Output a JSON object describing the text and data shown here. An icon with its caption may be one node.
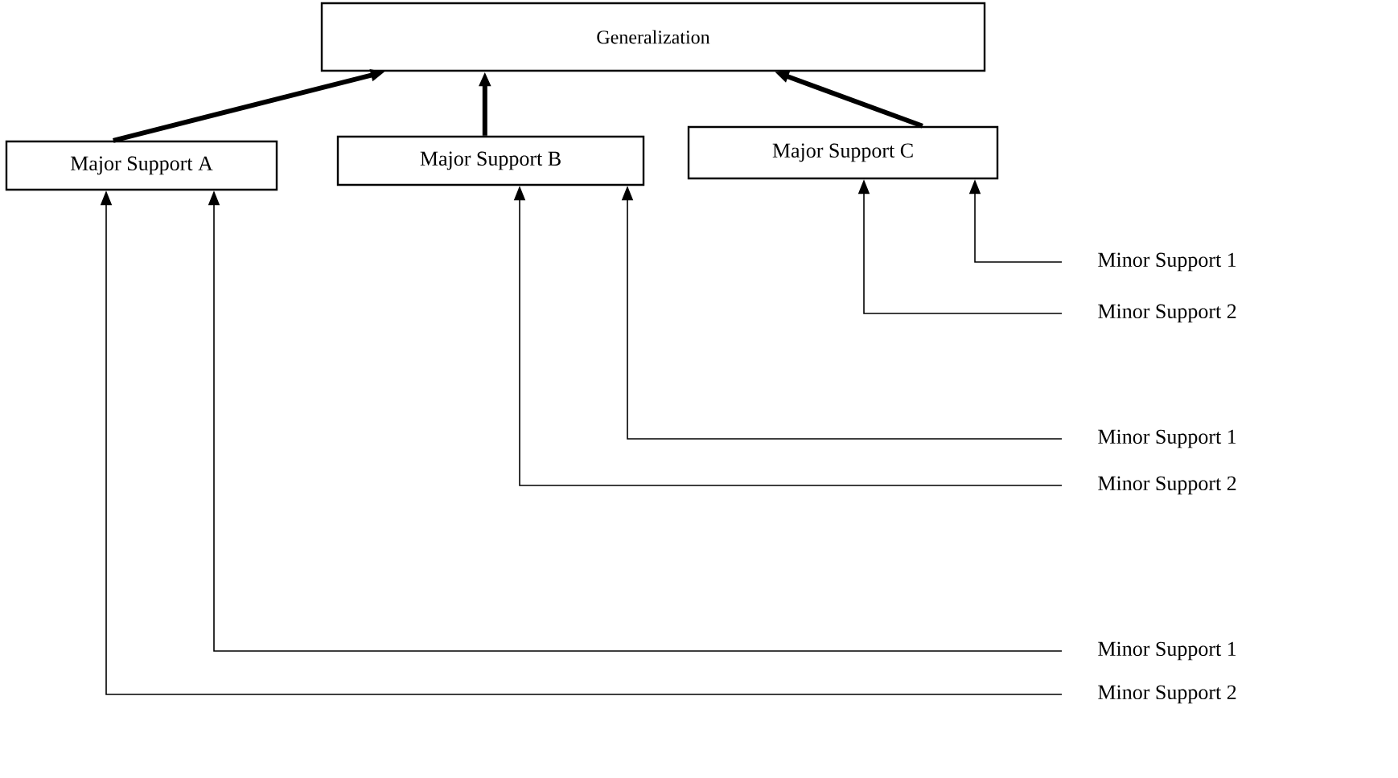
{
  "diagram": {
    "nodes": [
      {
        "text": [
          "Generalization"
        ]
      },
      {
        "text": [
          "Major Support A"
        ]
      },
      {
        "text": [
          "Major Support B"
        ]
      },
      {
        "text": [
          "Major Support C"
        ]
      },
      {
        "text": [
          "Minor Support 1"
        ]
      },
      {
        "text": [
          "Minor Support 2"
        ]
      },
      {
        "text": [
          "Minor Support 1"
        ]
      },
      {
        "text": [
          "Minor Support 2"
        ]
      },
      {
        "text": [
          "Minor Support 1"
        ]
      },
      {
        "text": [
          "Minor Support 2"
        ]
      }
    ],
    "edges": [
      {
        "from": 1,
        "to": 0,
        "arrow": "to",
        "style": "thick"
      },
      {
        "from": 2,
        "to": 0,
        "arrow": "to",
        "style": "thick"
      },
      {
        "from": 3,
        "to": 0,
        "arrow": "to",
        "style": "thick"
      },
      {
        "from": 4,
        "to": 3,
        "arrow": "to"
      },
      {
        "from": 5,
        "to": 3,
        "arrow": "to"
      },
      {
        "from": 6,
        "to": 2,
        "arrow": "to"
      },
      {
        "from": 7,
        "to": 2,
        "arrow": "to"
      },
      {
        "from": 8,
        "to": 1,
        "arrow": "to"
      },
      {
        "from": 9,
        "to": 1,
        "arrow": "to"
      }
    ]
  }
}
